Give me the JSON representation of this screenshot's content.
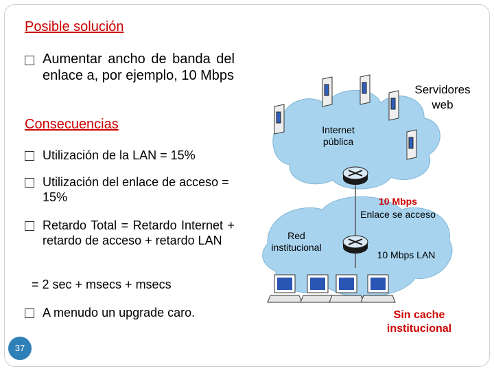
{
  "slide": {
    "title": "Posible solución",
    "solution_text": "Aumentar ancho de banda del enlace a, por ejemplo, 10 Mbps",
    "consequences_heading": "Consecuencias",
    "consequences": [
      "Utilización de la LAN = 15%",
      "Utilización del enlace de acceso = 15%",
      "Retardo Total = Retardo Internet + retardo de acceso + retardo LAN"
    ],
    "equation": "= 2 sec + msecs + msecs",
    "last_point": "A menudo un upgrade caro.",
    "page_number": "37"
  },
  "diagram": {
    "servers_label": "Servidores web",
    "internet_label": "Internet pública",
    "link_speed": "10 Mbps",
    "link_label": "Enlace se acceso",
    "institutional_net_label": "Red institucional",
    "lan_label": "10 Mbps LAN",
    "no_cache_label": "Sin cache institucional"
  },
  "colors": {
    "accent_red": "#cc0000",
    "cloud_blue": "#a7d3ee",
    "page_badge": "#2f7fb8"
  }
}
